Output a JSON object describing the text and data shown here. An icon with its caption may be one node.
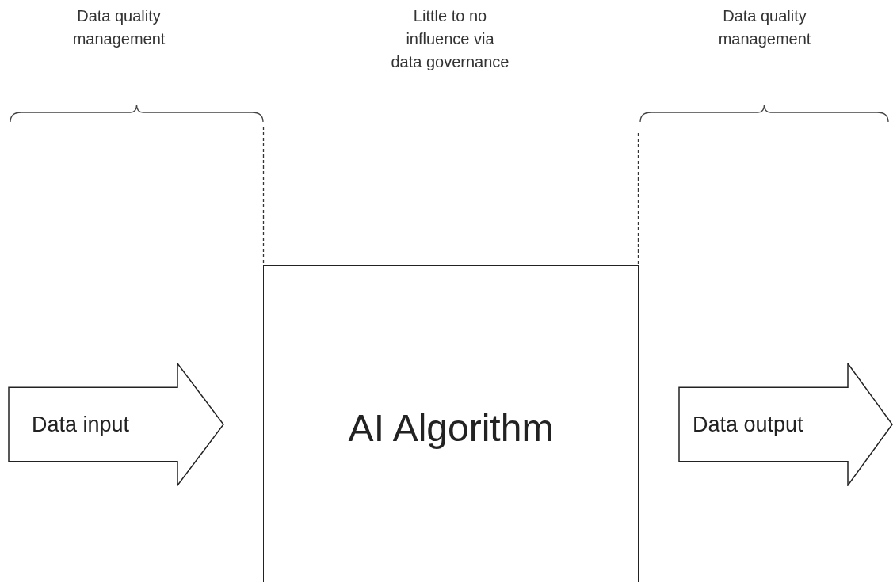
{
  "diagram": {
    "nodes": [
      {
        "text": [
          "Data input"
        ]
      },
      {
        "text": [
          "AI Algorithm"
        ]
      },
      {
        "text": [
          "Data output"
        ]
      }
    ],
    "labels": [
      "Data quality management",
      "Little to no influence via data governance",
      "Data quality management"
    ]
  }
}
